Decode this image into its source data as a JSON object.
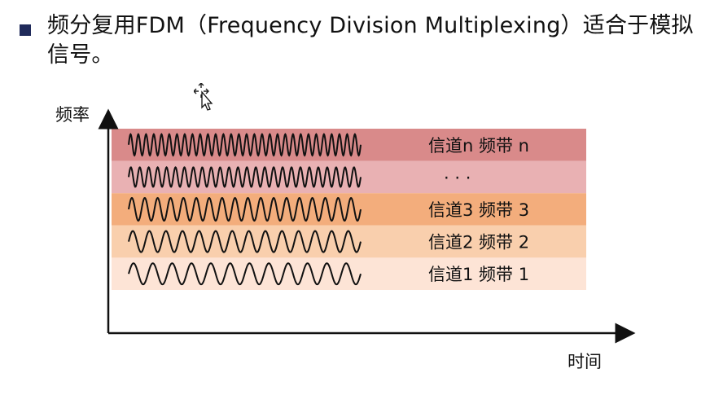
{
  "slide": {
    "bullet_text": "频分复用FDM（Frequency Division Multiplexing）适合于模拟信号。"
  },
  "diagram": {
    "y_axis_label": "频率",
    "x_axis_label": "时间",
    "bands": [
      {
        "label": "信道n 频带 n",
        "color": "#d98a8a",
        "cycles": 30,
        "amplitude": 13
      },
      {
        "label": "· · ·",
        "color": "#e9b1b3",
        "cycles": 26,
        "amplitude": 12
      },
      {
        "label": "信道3 频带 3",
        "color": "#f3ad7c",
        "cycles": 18,
        "amplitude": 14
      },
      {
        "label": "信道2 频带 2",
        "color": "#f9cfad",
        "cycles": 14,
        "amplitude": 13
      },
      {
        "label": "信道1 频带 1",
        "color": "#fde4d6",
        "cycles": 12,
        "amplitude": 13
      }
    ]
  }
}
